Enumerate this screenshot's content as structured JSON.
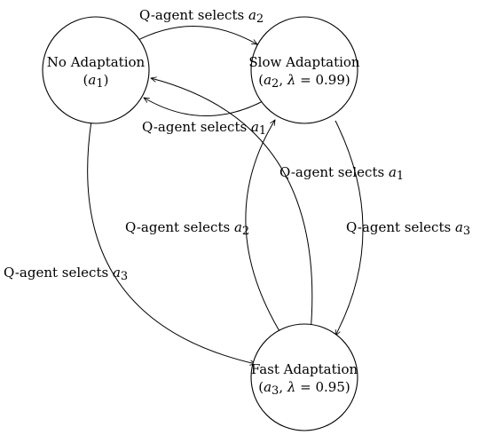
{
  "nodes": {
    "no": {
      "title": "No Adaptation",
      "sub_open": "(",
      "sub_sym": "a",
      "sub_idx": "1",
      "sub_close": ")"
    },
    "slow": {
      "title": "Slow Adaptation",
      "sub_open": "(",
      "sub_sym": "a",
      "sub_idx": "2",
      "sub_mid": ", ",
      "sub_lambda": "λ",
      "sub_val": " = 0.99)"
    },
    "fast": {
      "title": "Fast Adaptation",
      "sub_open": "(",
      "sub_sym": "a",
      "sub_idx": "3",
      "sub_mid": ", ",
      "sub_lambda": "λ",
      "sub_val": " = 0.95)"
    }
  },
  "edges": {
    "no_to_slow": {
      "text": "Q-agent selects ",
      "sym": "a",
      "idx": "2"
    },
    "slow_to_no": {
      "text": "Q-agent selects ",
      "sym": "a",
      "idx": "1"
    },
    "fast_to_no": {
      "text": "Q-agent selects ",
      "sym": "a",
      "idx": "1"
    },
    "slow_to_fast": {
      "text": "Q-agent selects ",
      "sym": "a",
      "idx": "3"
    },
    "fast_to_slow": {
      "text": "Q-agent selects ",
      "sym": "a",
      "idx": "2"
    },
    "no_to_fast": {
      "text": "Q-agent selects ",
      "sym": "a",
      "idx": "3"
    }
  },
  "colors": {
    "stroke": "#000000",
    "background": "#ffffff"
  }
}
